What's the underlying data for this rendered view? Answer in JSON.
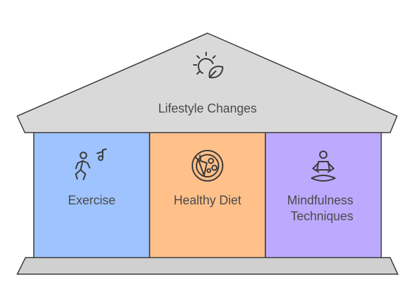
{
  "roof": {
    "label": "Lifestyle Changes",
    "icon": "sun-leaf-icon"
  },
  "pillars": [
    {
      "label_lines": [
        "Exercise"
      ],
      "icon": "running-person-music-icon",
      "color": "#9ec3ff"
    },
    {
      "label_lines": [
        "Healthy Diet"
      ],
      "icon": "plate-food-icon",
      "color": "#ffc08a"
    },
    {
      "label_lines": [
        "Mindfulness",
        "Techniques"
      ],
      "icon": "meditating-person-icon",
      "color": "#bdaaff"
    }
  ],
  "colors": {
    "roof": "#d9d9d9",
    "base": "#d0d0d0",
    "outline": "#3a3a3a"
  }
}
